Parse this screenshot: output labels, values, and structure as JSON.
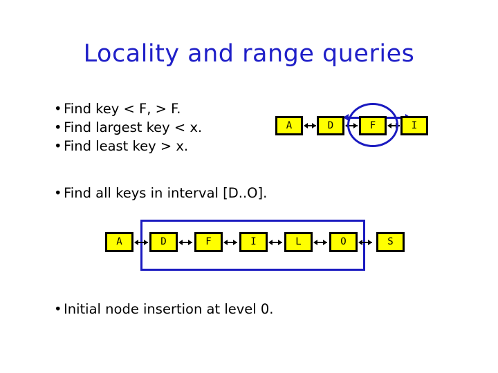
{
  "slide": {
    "title": "Locality and range queries",
    "background_color": "#FFFFFF",
    "accent_color": "#2020C8",
    "node_fill_color": "#FFFF00",
    "node_border_color": "#000000",
    "highlight_color": "#1A1AC0"
  },
  "bullets_top": [
    {
      "marker": "•",
      "text": "Find key < F, > F."
    },
    {
      "marker": "•",
      "text": "Find largest key < x."
    },
    {
      "marker": "•",
      "text": "Find least key > x."
    }
  ],
  "bullet_middle": {
    "marker": "•",
    "text": "Find all keys in interval [D..O]."
  },
  "bullet_bottom": {
    "marker": "•",
    "text": "Initial node insertion at level 0."
  },
  "diagram_top": {
    "nodes": [
      {
        "label": "A"
      },
      {
        "label": "D"
      },
      {
        "label": "F"
      },
      {
        "label": "I"
      }
    ],
    "highlighted_node": "F",
    "highlight_shape": "ellipse",
    "highlight_arrows": [
      "left-to-D",
      "right-to-I"
    ]
  },
  "diagram_bottom": {
    "nodes": [
      {
        "label": "A"
      },
      {
        "label": "D"
      },
      {
        "label": "F"
      },
      {
        "label": "I"
      },
      {
        "label": "L"
      },
      {
        "label": "O"
      },
      {
        "label": "S"
      }
    ],
    "interval_from": "D",
    "interval_to": "O",
    "highlight_shape": "rectangle"
  }
}
